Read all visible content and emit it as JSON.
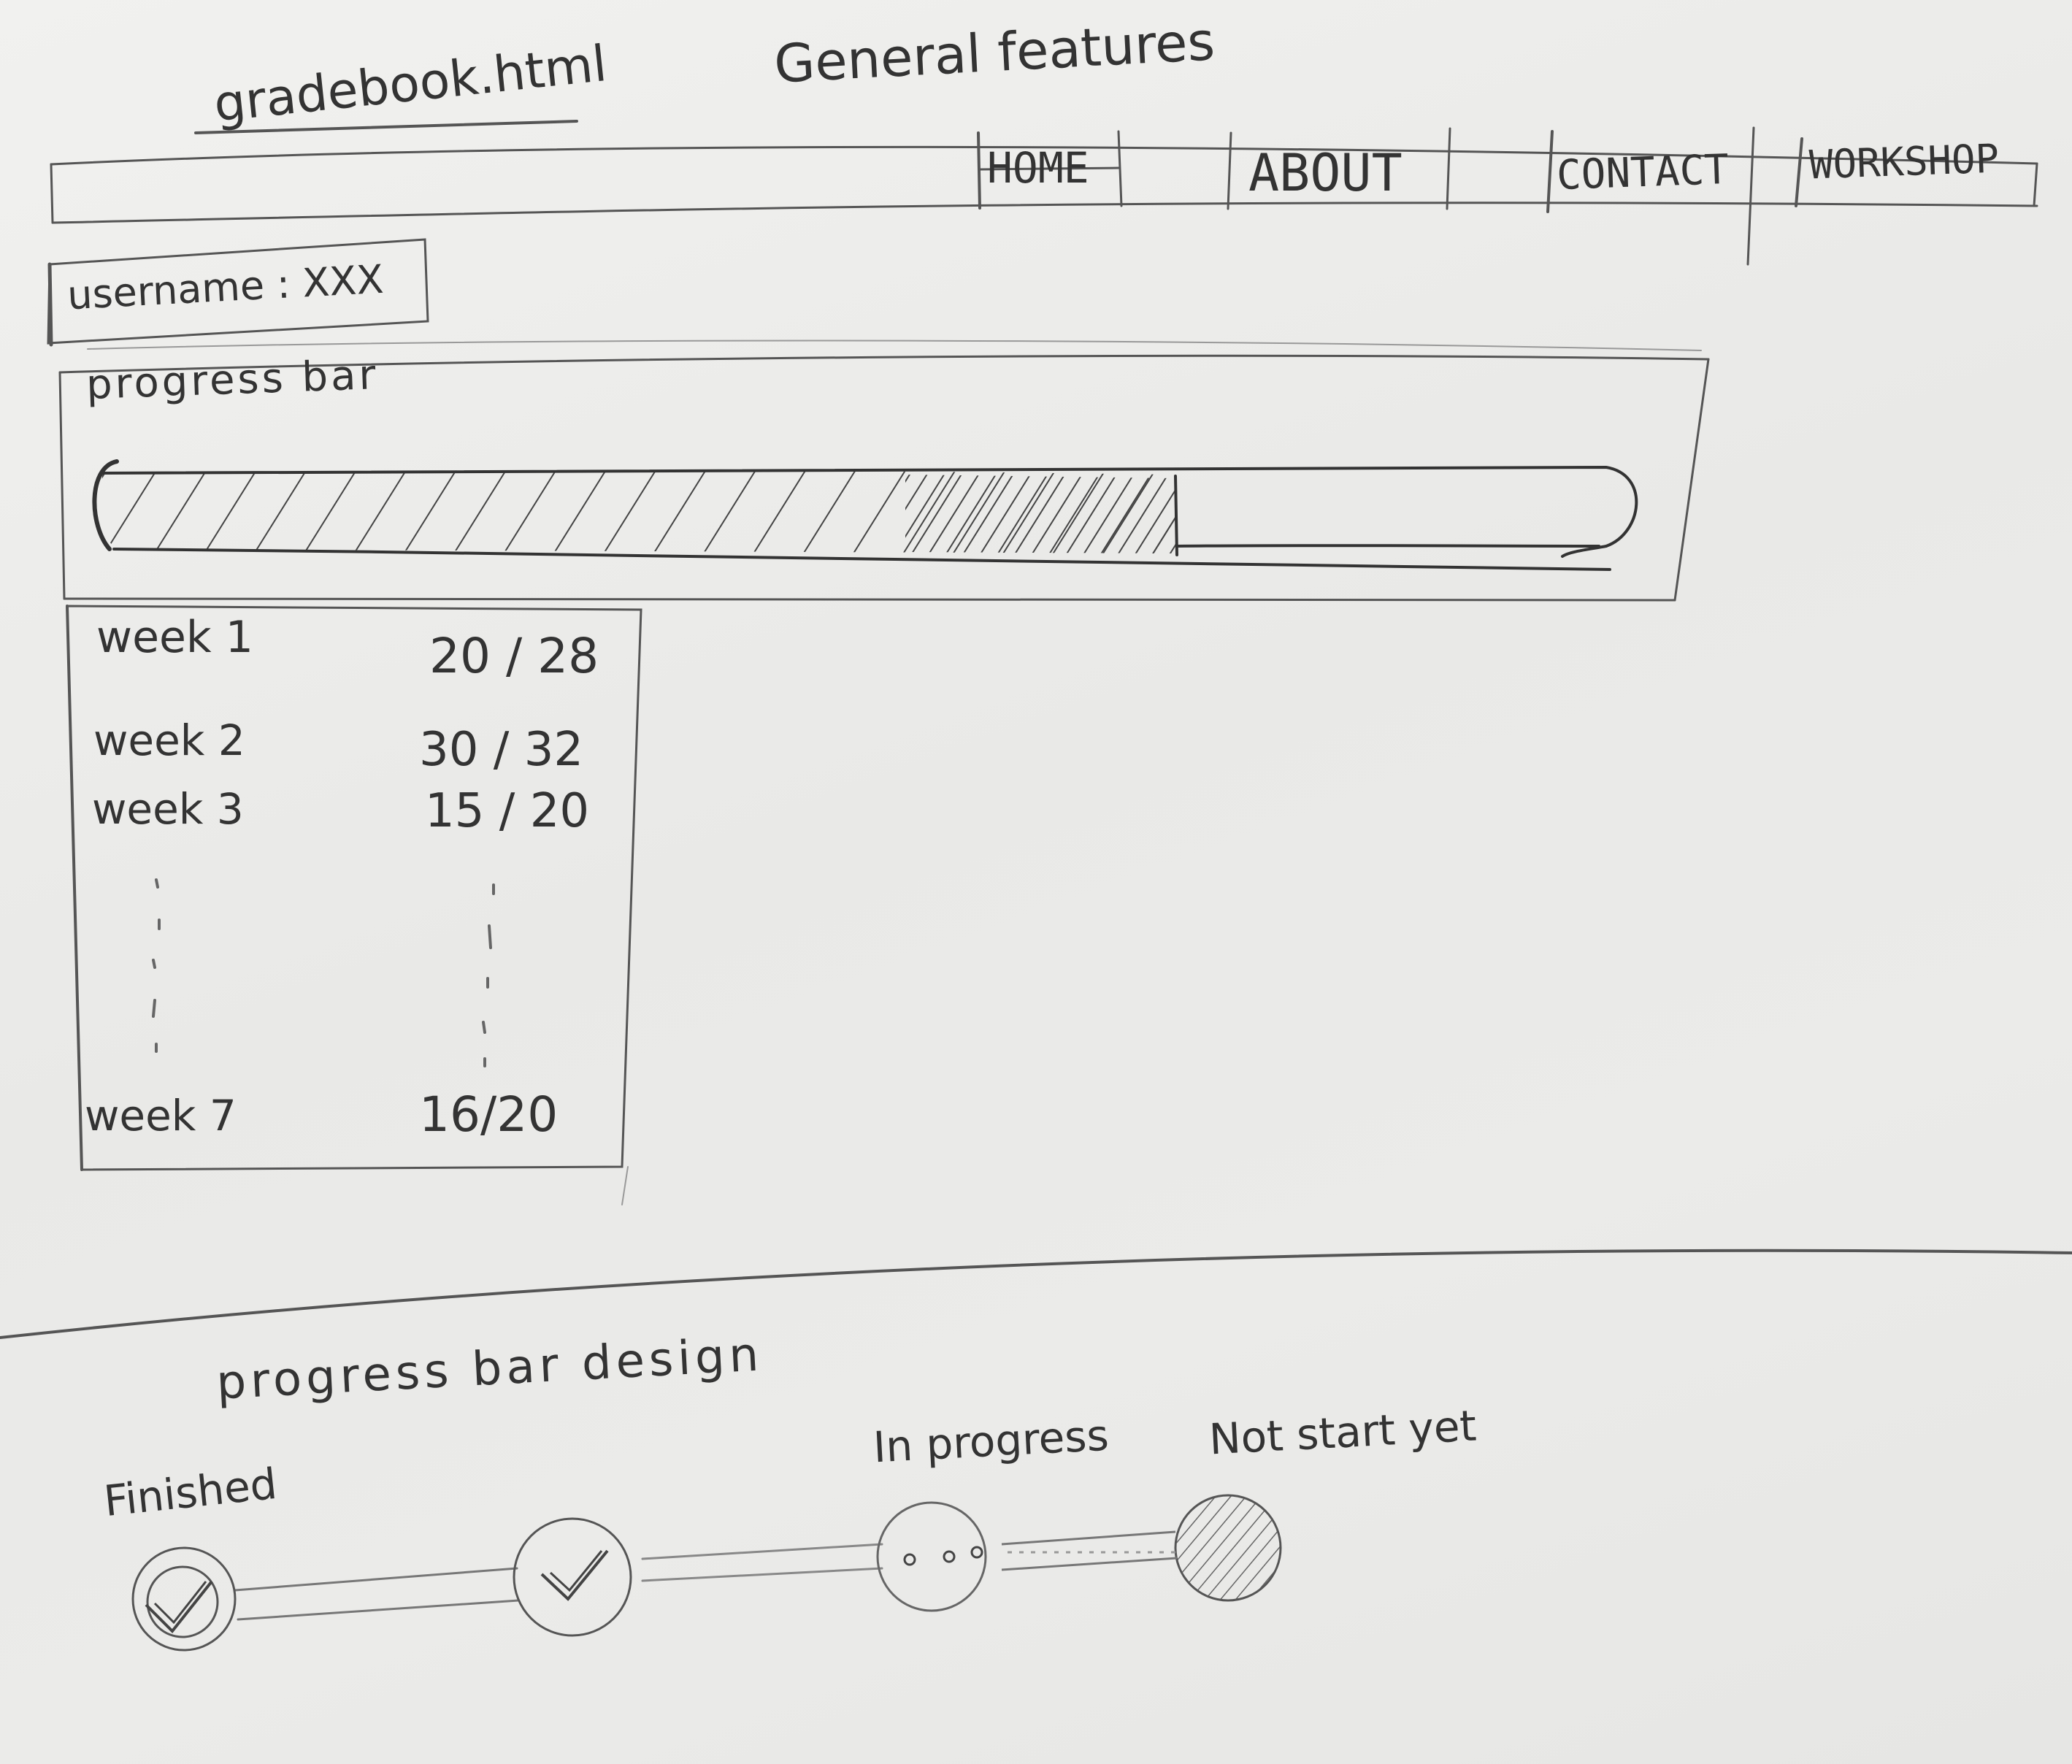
{
  "page": {
    "file_name": "gradebook.html",
    "heading": "General features"
  },
  "nav": {
    "items": [
      {
        "id": "home",
        "label": "HOME"
      },
      {
        "id": "about",
        "label": "ABOUT"
      },
      {
        "id": "contact",
        "label": "CONTACT"
      },
      {
        "id": "workshop",
        "label": "WORKSHOP"
      }
    ]
  },
  "user": {
    "username_label": "username : XXX"
  },
  "progress": {
    "label": "progress bar",
    "fill_fraction": 0.71
  },
  "grades": {
    "rows": [
      {
        "week": "week 1",
        "score": "20 / 28"
      },
      {
        "week": "week 2",
        "score": "30 / 32"
      },
      {
        "week": "week 3",
        "score": "15 / 20"
      },
      {
        "week": "week 7",
        "score": "16/20"
      }
    ]
  },
  "design": {
    "title": "progress bar design",
    "steps": [
      {
        "state": "finished",
        "label": "Finished",
        "icon": "check-icon"
      },
      {
        "state": "finished",
        "label": "",
        "icon": "check-icon"
      },
      {
        "state": "in-progress",
        "label": "In progress",
        "icon": "ellipsis-icon"
      },
      {
        "state": "not-started",
        "label": "Not start yet",
        "icon": "hatched-circle-icon"
      }
    ]
  }
}
